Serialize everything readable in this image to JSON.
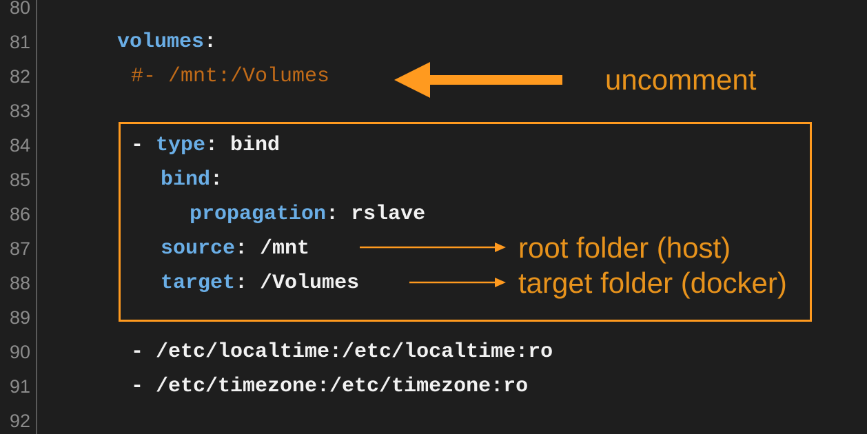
{
  "gutter": {
    "line_numbers": [
      "80",
      "81",
      "82",
      "83",
      "84",
      "85",
      "86",
      "87",
      "88",
      "89",
      "90",
      "91",
      "92"
    ]
  },
  "code": {
    "line81": {
      "key": "volumes",
      "colon": ":"
    },
    "line82": {
      "comment": "#- /mnt:/Volumes"
    },
    "line84": {
      "dash": "- ",
      "key": "type",
      "colon": ": ",
      "value": "bind"
    },
    "line85": {
      "key": "bind",
      "colon": ":"
    },
    "line86": {
      "key": "propagation",
      "colon": ": ",
      "value": "rslave"
    },
    "line87": {
      "key": "source",
      "colon": ": ",
      "value": "/mnt"
    },
    "line88": {
      "key": "target",
      "colon": ": ",
      "value": "/Volumes"
    },
    "line90": {
      "text": "- /etc/localtime:/etc/localtime:ro"
    },
    "line91": {
      "text": "- /etc/timezone:/etc/timezone:ro"
    }
  },
  "annotations": {
    "uncomment": "uncomment",
    "root_folder": "root folder (host)",
    "target_folder": "target folder (docker)"
  },
  "colors": {
    "background": "#1e1e1e",
    "key": "#6aaee6",
    "comment": "#c26b18",
    "annotation": "#e8931c",
    "box_border": "#ff9a1f"
  },
  "icons": {
    "big_arrow": "arrow-left-icon",
    "small_arrows": "arrow-right-icon"
  }
}
